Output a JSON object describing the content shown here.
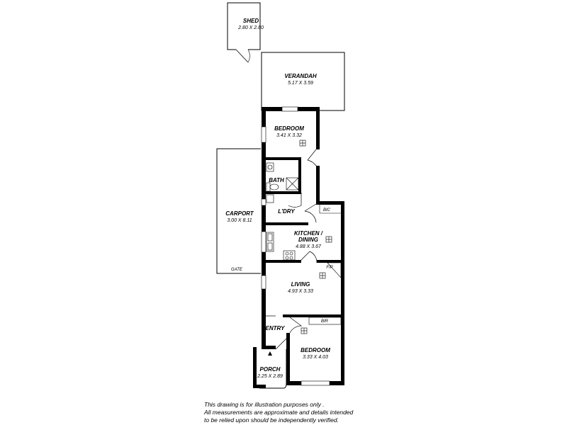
{
  "rooms": {
    "shed": {
      "name": "SHED",
      "dims": "2.80 X 2.80"
    },
    "verandah": {
      "name": "VERANDAH",
      "dims": "5.17 X 3.59"
    },
    "bedroom1": {
      "name": "BEDROOM",
      "dims": "3.41 X 3.32"
    },
    "bath": {
      "name": "BATH"
    },
    "carport": {
      "name": "CARPORT",
      "dims": "3.00 X 8.11"
    },
    "ldry": {
      "name": "L'DRY"
    },
    "bic": {
      "name": "BIC"
    },
    "kitchen": {
      "name_line1": "KITCHEN /",
      "name_line2": "DINING",
      "dims": "4.88 X 3.67"
    },
    "fp": {
      "name": "F/P"
    },
    "living": {
      "name": "LIVING",
      "dims": "4.93 X 3.33"
    },
    "bir": {
      "name": "BIR"
    },
    "entry": {
      "name": "ENTRY"
    },
    "bedroom2": {
      "name": "BEDROOM",
      "dims": "3.33 X 4.03"
    },
    "porch": {
      "name": "PORCH",
      "dims": "2.25 X 2.89"
    }
  },
  "labels": {
    "gate": "GATE"
  },
  "disclaimer": {
    "line1": "This drawing is for illustration purposes only .",
    "line2": "All measurements are approximate and details intended",
    "line3": "to be relied upon should be independently verified."
  }
}
